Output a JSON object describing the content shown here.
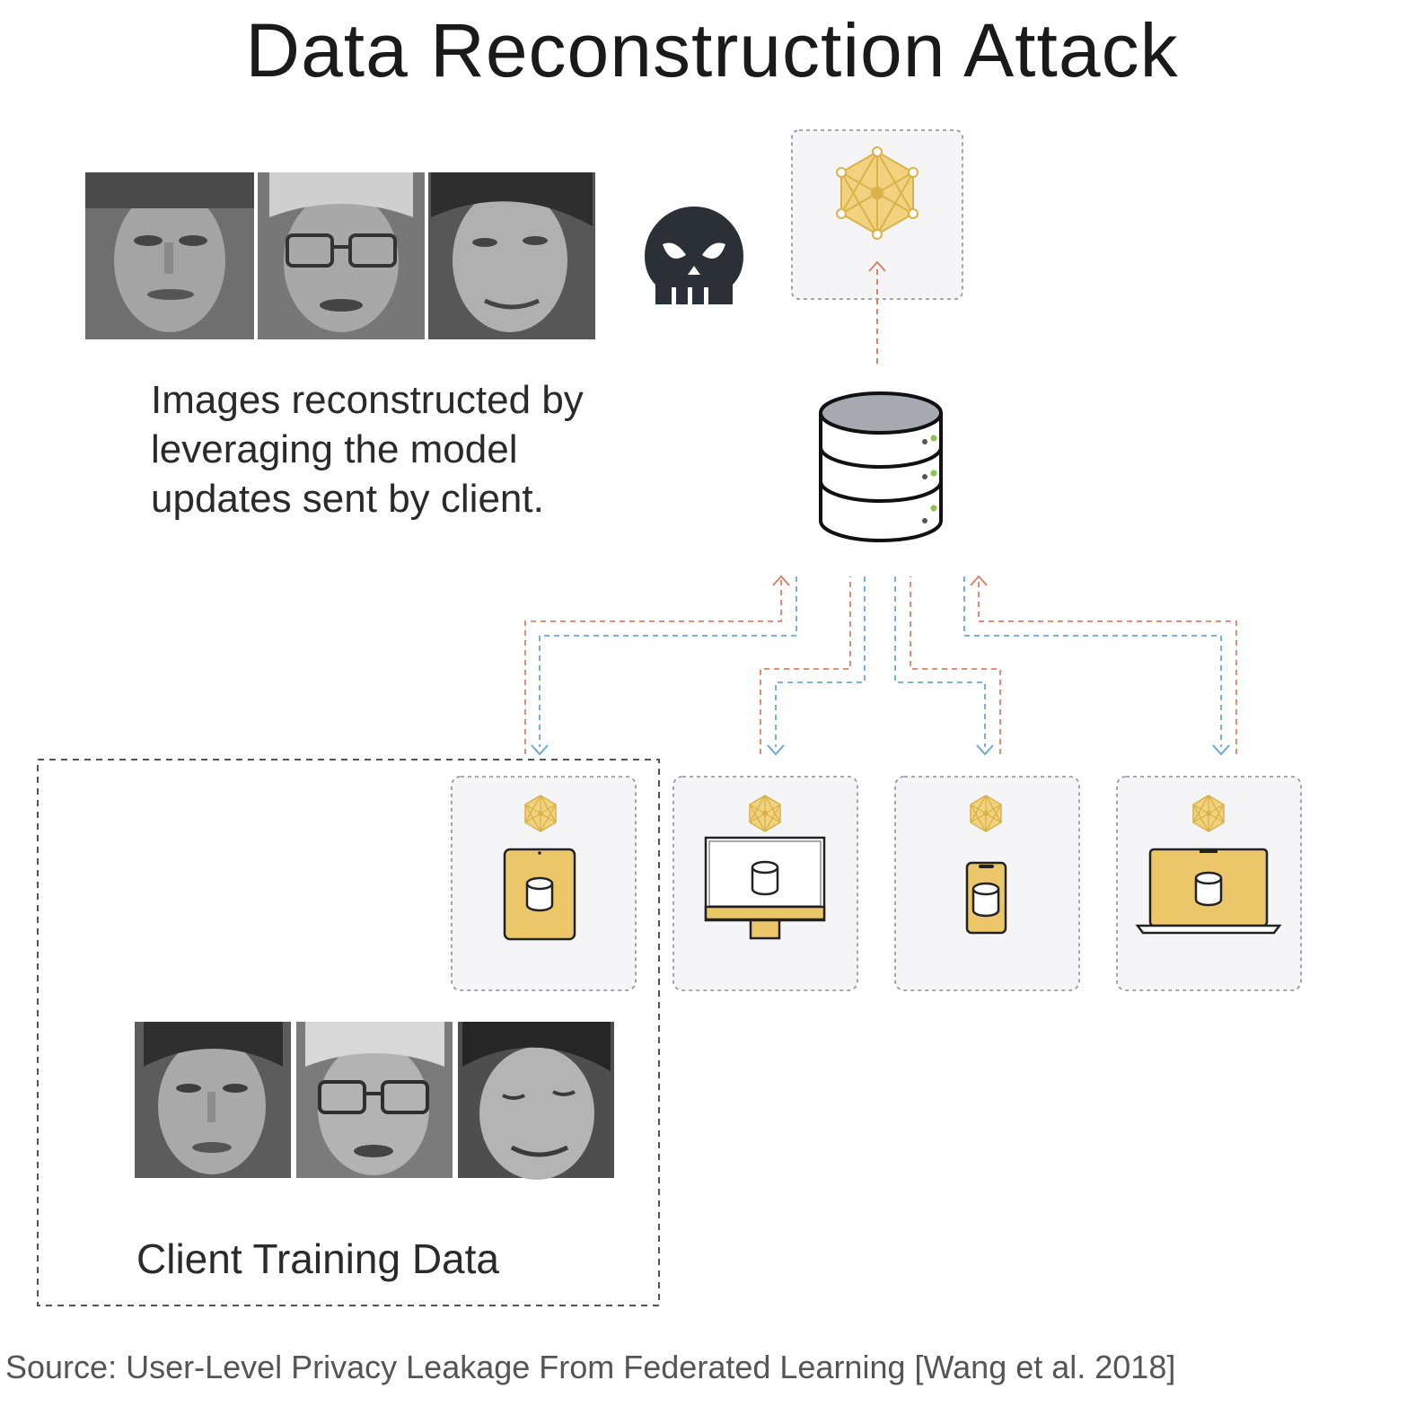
{
  "title": "Data Reconstruction Attack",
  "description": "Images reconstructed by leveraging the model updates sent by client.",
  "client_label": "Client Training Data",
  "source": "Source: User-Level Privacy Leakage From Federated Learning [Wang et al. 2018]",
  "icons": {
    "attacker": "skull-icon",
    "global_model": "neural-network-icon",
    "server": "database-server-icon",
    "clients": [
      "tablet-icon",
      "desktop-icon",
      "phone-icon",
      "laptop-icon"
    ]
  },
  "colors": {
    "model_gold": "#e8c468",
    "upload_arrow": "#d9826a",
    "download_arrow": "#6aa8d9",
    "box_border": "#9a9aa6",
    "box_fill": "#f5f5f8"
  }
}
